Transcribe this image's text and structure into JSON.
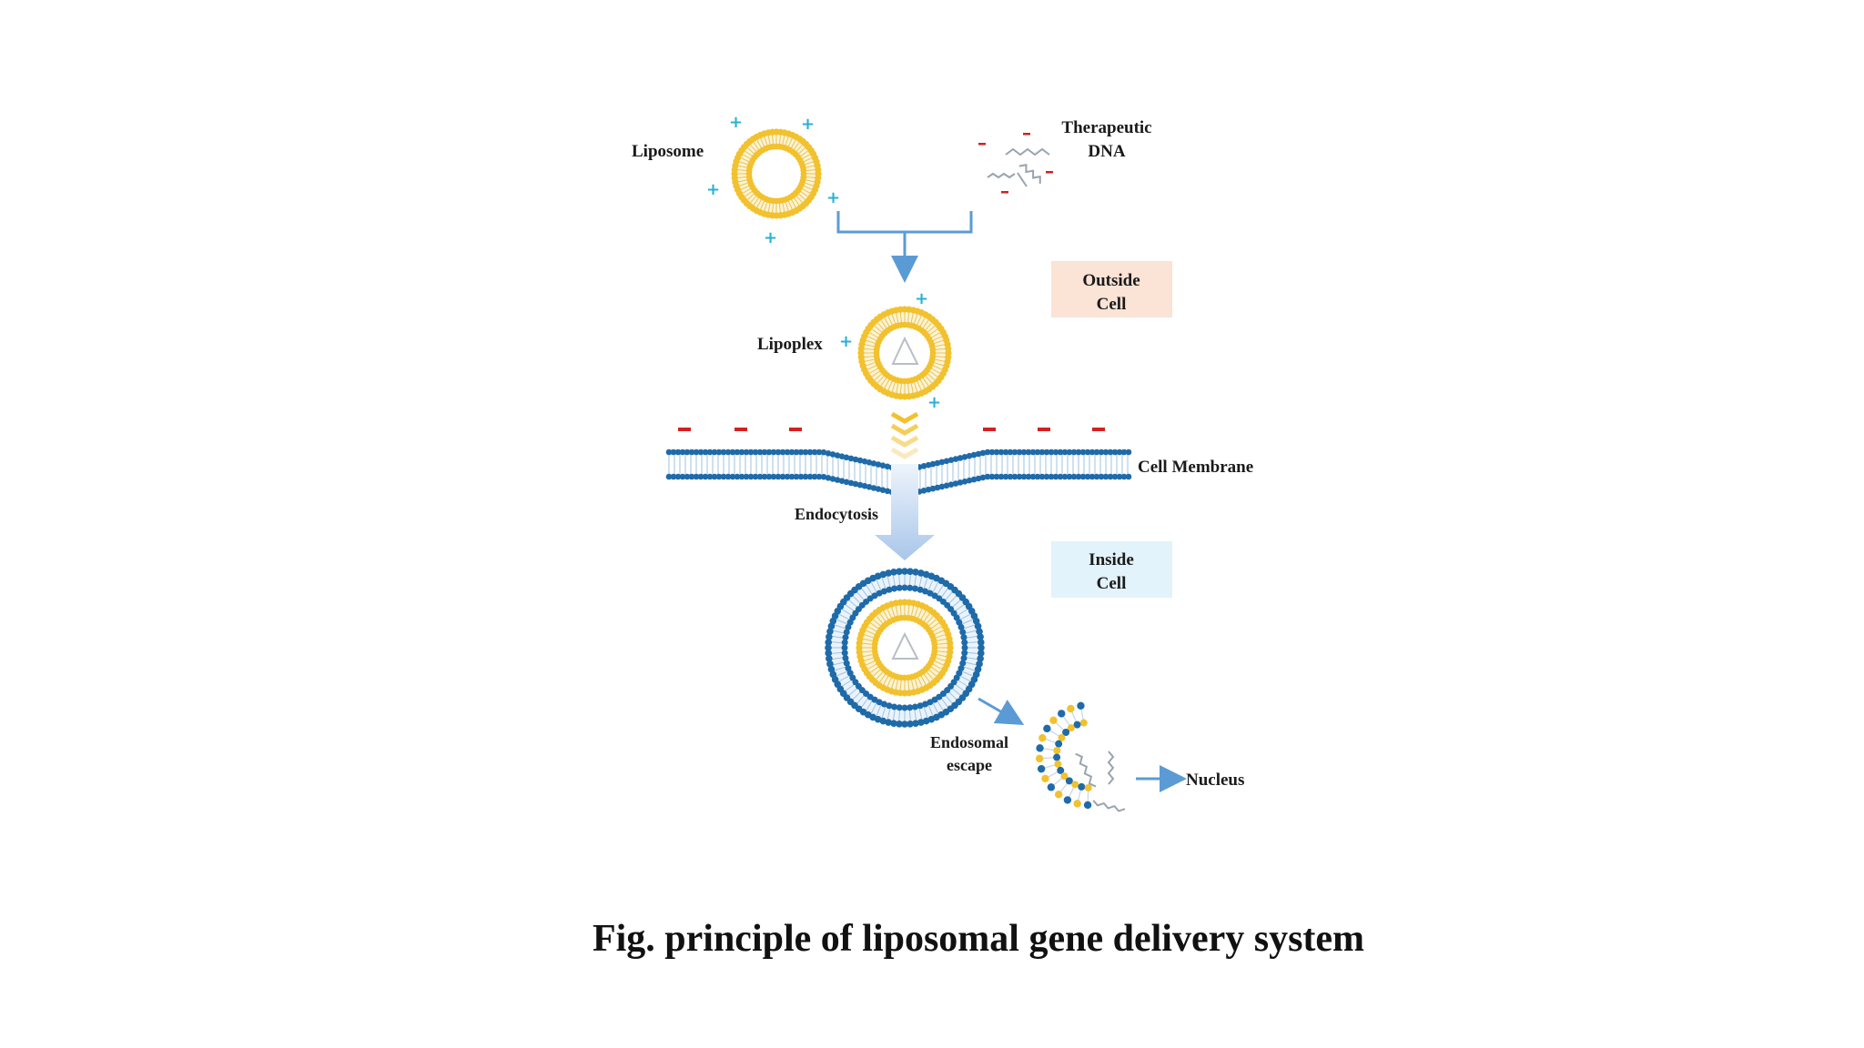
{
  "labels": {
    "liposome": "Liposome",
    "therapeutic_dna_line1": "Therapeutic",
    "therapeutic_dna_line2": "DNA",
    "outside_cell_line1": "Outside",
    "outside_cell_line2": "Cell",
    "lipoplex": "Lipoplex",
    "cell_membrane": "Cell Membrane",
    "endocytosis": "Endocytosis",
    "inside_cell_line1": "Inside",
    "inside_cell_line2": "Cell",
    "endosomal_escape_line1": "Endosomal",
    "endosomal_escape_line2": "escape",
    "nucleus": "Nucleus"
  },
  "caption": "Fig. principle of liposomal gene delivery system",
  "colors": {
    "lipid_yellow": "#f2c12e",
    "lipid_dark_yellow": "#d9a514",
    "membrane_blue": "#1f6aa8",
    "arrow_blue": "#5b9bd5",
    "plus_cyan": "#2ab0d6",
    "minus_red": "#d42020",
    "outside_box": "#fbe3d6",
    "inside_box": "#e3f3fb"
  }
}
